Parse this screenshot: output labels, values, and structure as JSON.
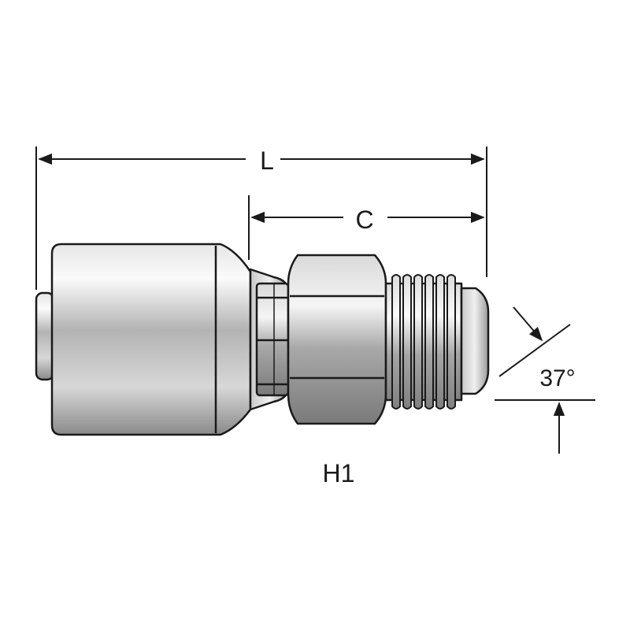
{
  "labels": {
    "length": "L",
    "cutoff": "C",
    "angle": "37°",
    "part_code": "H1"
  },
  "colors": {
    "outline": "#1a1a1a",
    "metal_light": "#f2f2f2",
    "metal_mid": "#bdbdbd",
    "metal_dark": "#7d7d7d"
  }
}
